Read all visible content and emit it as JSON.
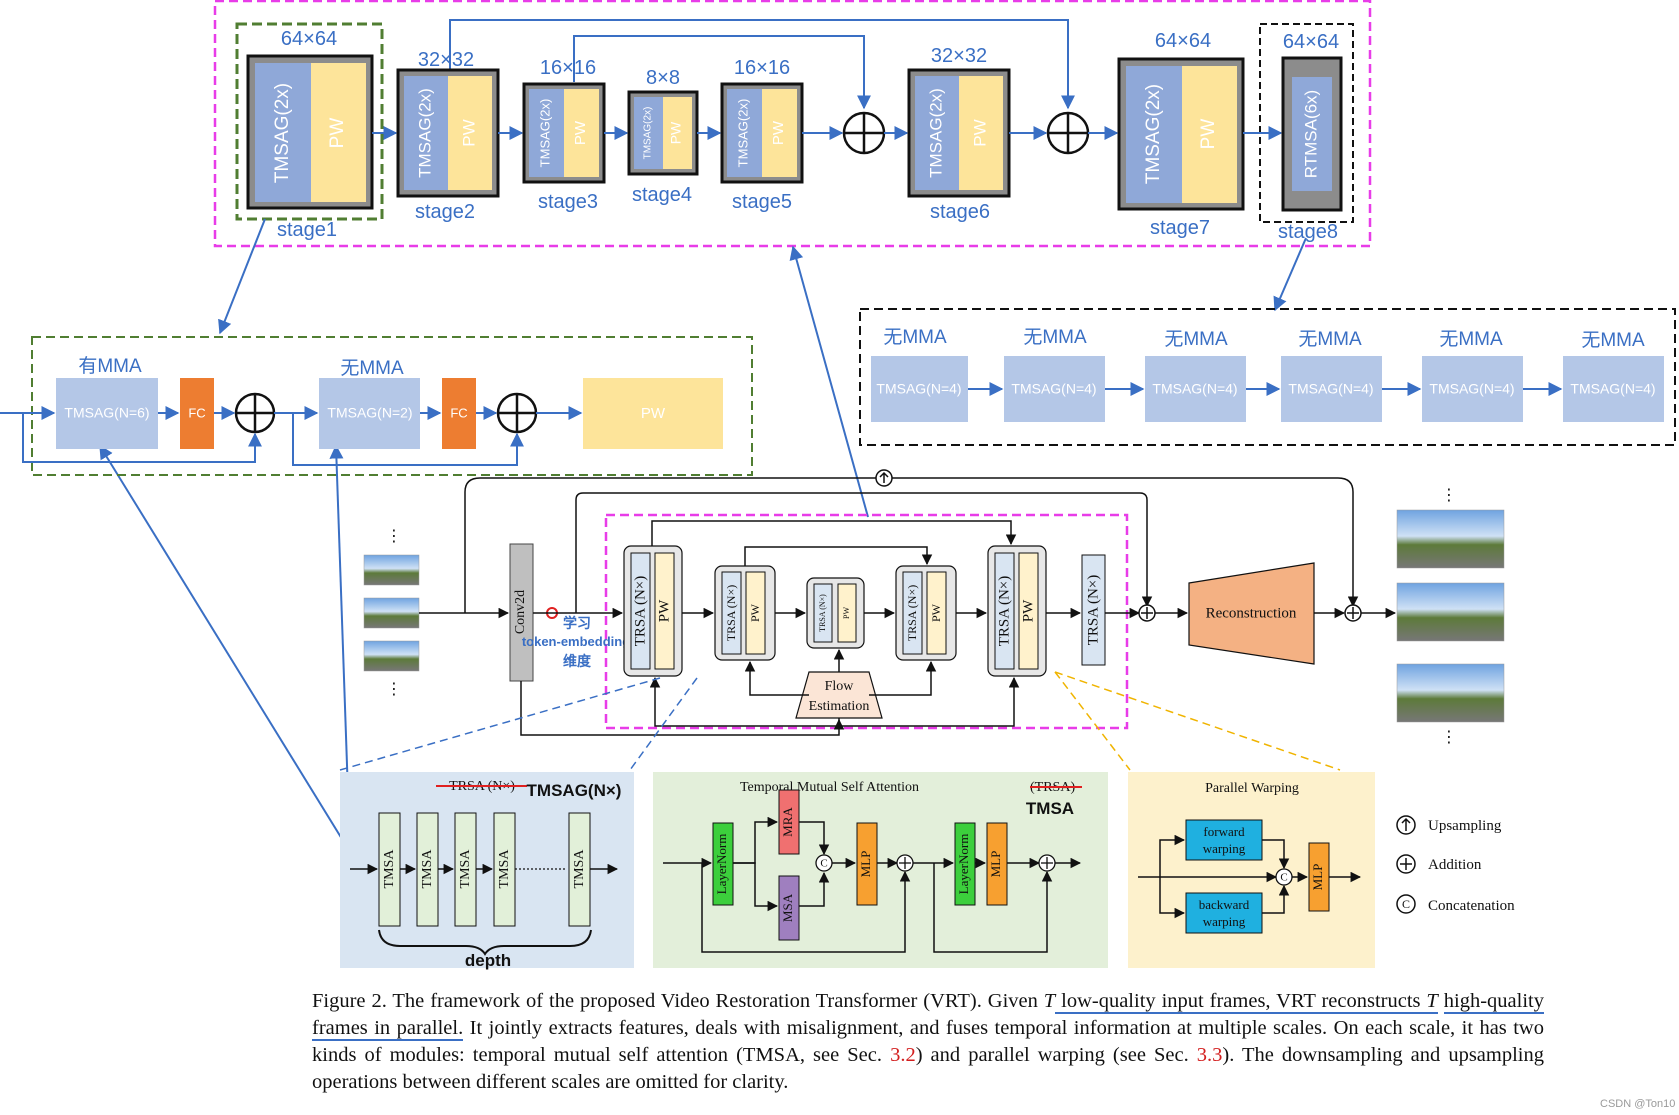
{
  "top": {
    "stage_dims": [
      "64×64",
      "32×32",
      "16×16",
      "8×8",
      "16×16",
      "32×32",
      "64×64",
      "64×64"
    ],
    "stage_labels": [
      "stage1",
      "stage2",
      "stage3",
      "stage4",
      "stage5",
      "stage6",
      "stage7",
      "stage8"
    ],
    "tmsag_label": "TMSAG(2x)",
    "pw_label": "PW",
    "rtmsa_label": "RTMSA(6x)"
  },
  "stage1_detail": {
    "group1_title": "有MMA",
    "group2_title": "无MMA",
    "tmsag1": "TMSAG(N=6)",
    "tmsag2": "TMSAG(N=2)",
    "fc": "FC",
    "pw": "PW"
  },
  "stage8_detail": {
    "title": "无MMA",
    "block": "TMSAG(N=4)"
  },
  "main": {
    "conv2d": "Conv2d",
    "note_line1": "学习",
    "note_line2": "token-embedding",
    "note_line3": "维度",
    "trsa": "TRSA (N×)",
    "pw": "PW",
    "flow": "Flow",
    "estimation": "Estimation",
    "reconstruction": "Reconstruction",
    "dots": "⋮"
  },
  "tmsag_panel": {
    "struck": "TRSA (N×)",
    "title": "TMSAG(N×)",
    "block": "TMSA",
    "depth": "depth"
  },
  "tmsa_panel": {
    "title": "Temporal Mutual Self Attention",
    "struck": "(TRSA)",
    "abbr": "TMSA",
    "layernorm": "LayerNorm",
    "mra": "MRA",
    "msa": "MSA",
    "mlp": "MLP",
    "c": "C"
  },
  "pw_panel": {
    "title": "Parallel Warping",
    "forward1": "forward",
    "forward2": "warping",
    "backward1": "backward",
    "backward2": "warping",
    "mlp": "MLP",
    "c": "C"
  },
  "legend": {
    "upsampling": "Upsampling",
    "addition": "Addition",
    "concatenation": "Concatenation"
  },
  "caption": {
    "p1": "Figure 2. The framework of the proposed Video Restoration Transformer (VRT). Given ",
    "T1": "T",
    "p2": " low-quality input frames, VRT reconstructs ",
    "T2": "T",
    "p3": "high-quality frames in parallel.",
    "p4": " It jointly extracts features, deals with misalignment, and fuses temporal information at multiple scales. On each scale, it has two kinds of modules: temporal mutual self attention (TMSA, see Sec. ",
    "ref1": "3.2",
    "p5": ") and parallel warping (see Sec. ",
    "ref2": "3.3",
    "p6": ").  The downsampling and upsampling operations between different scales are omitted for clarity."
  },
  "watermark": "CSDN @Ton10",
  "colors": {
    "magenta": "#e83ce8",
    "blue_line": "#3a6fc4",
    "tmsag_blue": "#8fa8d8",
    "pw_yellow": "#fde49a",
    "fc_orange": "#ed7d31",
    "recon_orange": "#f4b183",
    "green_dash": "#507e32",
    "panel_blue": "#d9e5f2",
    "panel_green": "#e3efda",
    "panel_yellow": "#fdf1cc"
  }
}
